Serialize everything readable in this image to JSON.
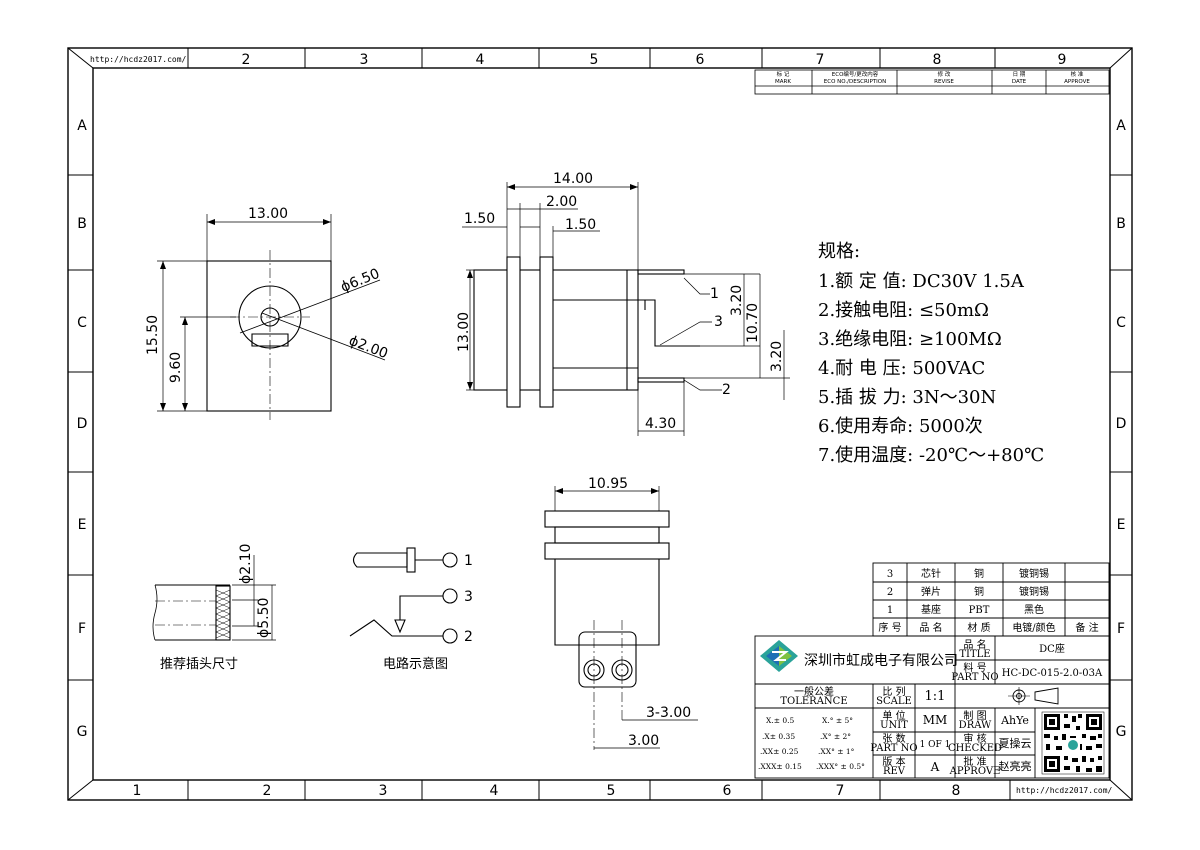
{
  "border": {
    "url_top": "http://hcdz2017.com/",
    "url_bottom": "http://hcdz2017.com/",
    "top_columns": [
      "2",
      "3",
      "4",
      "5",
      "6",
      "7",
      "8",
      "9"
    ],
    "bottom_columns": [
      "1",
      "2",
      "3",
      "4",
      "5",
      "6",
      "7",
      "8"
    ],
    "rows": [
      "A",
      "B",
      "C",
      "D",
      "E",
      "F",
      "G"
    ]
  },
  "revision_block": {
    "headers": [
      "标 记",
      "ECO编号/更改内容",
      "修 改",
      "日 期",
      "核 准"
    ],
    "headers_en": [
      "MARK",
      "ECO NO./DESCRIPTION",
      "REVISE",
      "DATE",
      "APPROVE"
    ]
  },
  "views": {
    "front": {
      "width": "13.00",
      "height": "15.50",
      "center_height": "9.60",
      "outer_dia": "ϕ6.50",
      "pin_dia": "ϕ2.00"
    },
    "side": {
      "length": "14.00",
      "a": "2.00",
      "b": "1.50",
      "c": "1.50",
      "height": "13.00",
      "h1": "3.20",
      "h2": "10.70",
      "h3": "3.20",
      "tail": "4.30",
      "pin1": "1",
      "pin2": "2",
      "pin3": "3"
    },
    "bottom": {
      "width": "10.95",
      "pitch": "3-3.00",
      "pitch2": "3.00"
    },
    "plug": {
      "d1": "ϕ2.10",
      "d2": "ϕ5.50",
      "caption": "推荐插头尺寸"
    },
    "circuit": {
      "pin1": "1",
      "pin3": "3",
      "pin2": "2",
      "caption": "电路示意图"
    }
  },
  "specs": {
    "title": "规格:",
    "lines": [
      "1.额 定 值: DC30V 1.5A",
      "2.接触电阻: ≤50mΩ",
      "3.绝缘电阻: ≥100MΩ",
      "4.耐 电 压: 500VAC",
      "5.插 拔 力: 3N～30N",
      "6.使用寿命: 5000次",
      "7.使用温度: -20℃～+80℃"
    ]
  },
  "bom": {
    "rows": [
      [
        "3",
        "芯针",
        "铜",
        "镀铜锡"
      ],
      [
        "2",
        "弹片",
        "铜",
        "镀铜锡"
      ],
      [
        "1",
        "基座",
        "PBT",
        "黑色"
      ]
    ],
    "header": [
      "序 号",
      "品 名",
      "材 质",
      "电镀/颜色",
      "备 注"
    ]
  },
  "title_block": {
    "company": "深圳市虹成电子有限公司",
    "name_label": "品 名",
    "name_label_en": "TITLE",
    "name_value": "DC座",
    "part_label": "料 号",
    "part_label_en": "PART NO",
    "part_value": "HC-DC-015-2.0-03A",
    "tol_label": "一般公差",
    "tol_label_en": "TOLERANCE",
    "tolerances": [
      "X.± 0.5",
      ".X± 0.35",
      ".XX± 0.25",
      ".XXX± 0.15",
      "X.° ± 5°",
      ".X° ± 2°",
      ".XX° ± 1°",
      ".XXX° ± 0.5°"
    ],
    "scale_label": "比 列",
    "scale_label_en": "SCALE",
    "scale_value": "1:1",
    "unit_label": "单 位",
    "unit_label_en": "UNIT",
    "unit_value": "MM",
    "sheet_label": "张 数",
    "sheet_label_en": "PART NO",
    "sheet_value": "1 OF 1",
    "rev_label": "版 本",
    "rev_label_en": "REV",
    "rev_value": "A",
    "draw_label": "制 图",
    "draw_label_en": "DRAW",
    "draw_value": "AhYe",
    "check_label": "审 核",
    "check_label_en": "CHECKED",
    "check_value": "夏操云",
    "approve_label": "批 准",
    "approve_label_en": "APPROVE",
    "approve_value": "赵亮亮"
  }
}
